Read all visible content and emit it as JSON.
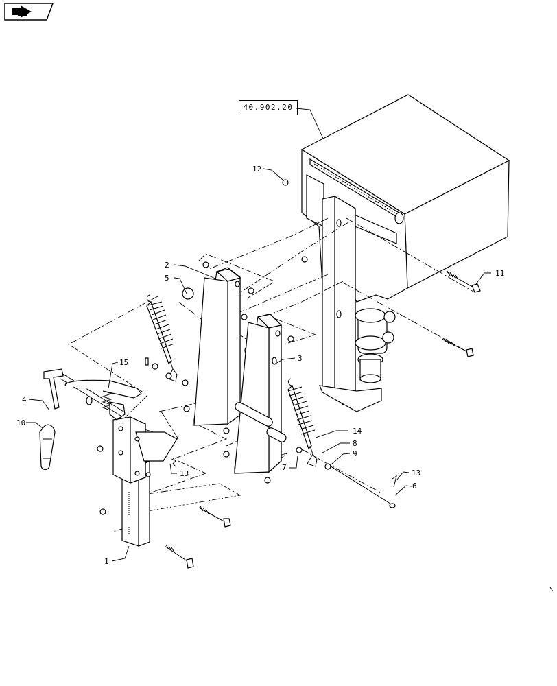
{
  "nav": {
    "icon": "back-arrow-icon"
  },
  "reference": {
    "label": "40.902.20"
  },
  "callouts": {
    "c1": "1",
    "c2": "2",
    "c3": "3",
    "c4": "4",
    "c5": "5",
    "c6": "6",
    "c7": "7",
    "c8": "8",
    "c9": "9",
    "c10": "10",
    "c11": "11",
    "c12": "12",
    "c13a": "13",
    "c13b": "13",
    "c14": "14",
    "c15": "15"
  }
}
